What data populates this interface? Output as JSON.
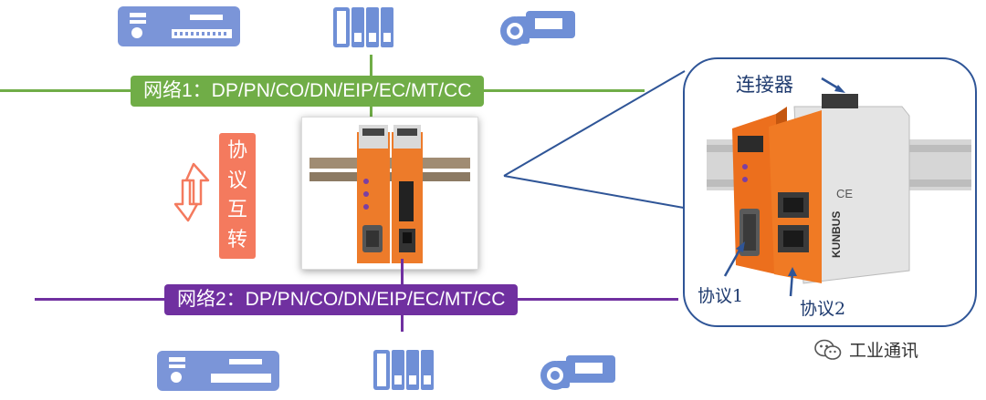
{
  "network1": {
    "label": "网络1：DP/PN/CO/DN/EIP/EC/MT/CC",
    "color": "#70ad47"
  },
  "network2": {
    "label": "网络2：DP/PN/CO/DN/EIP/EC/MT/CC",
    "color": "#7030a0"
  },
  "conversion": {
    "chars": [
      "协",
      "议",
      "互",
      "转"
    ],
    "color": "#f47a5e"
  },
  "callout": {
    "connector_label": "连接器",
    "protocol1_label": "协议1",
    "protocol2_label": "协议2"
  },
  "device": {
    "brand_text": "KUNBUS",
    "ce_mark": "CE"
  },
  "icons": {
    "top": [
      "plc-controller-icon",
      "io-module-icon",
      "camera-icon"
    ],
    "bottom": [
      "plc-controller-icon",
      "io-module-icon",
      "camera-icon"
    ],
    "icon_color": "#6f8fd6"
  },
  "watermark": {
    "text": "工业通讯",
    "icon": "wechat-icon"
  }
}
